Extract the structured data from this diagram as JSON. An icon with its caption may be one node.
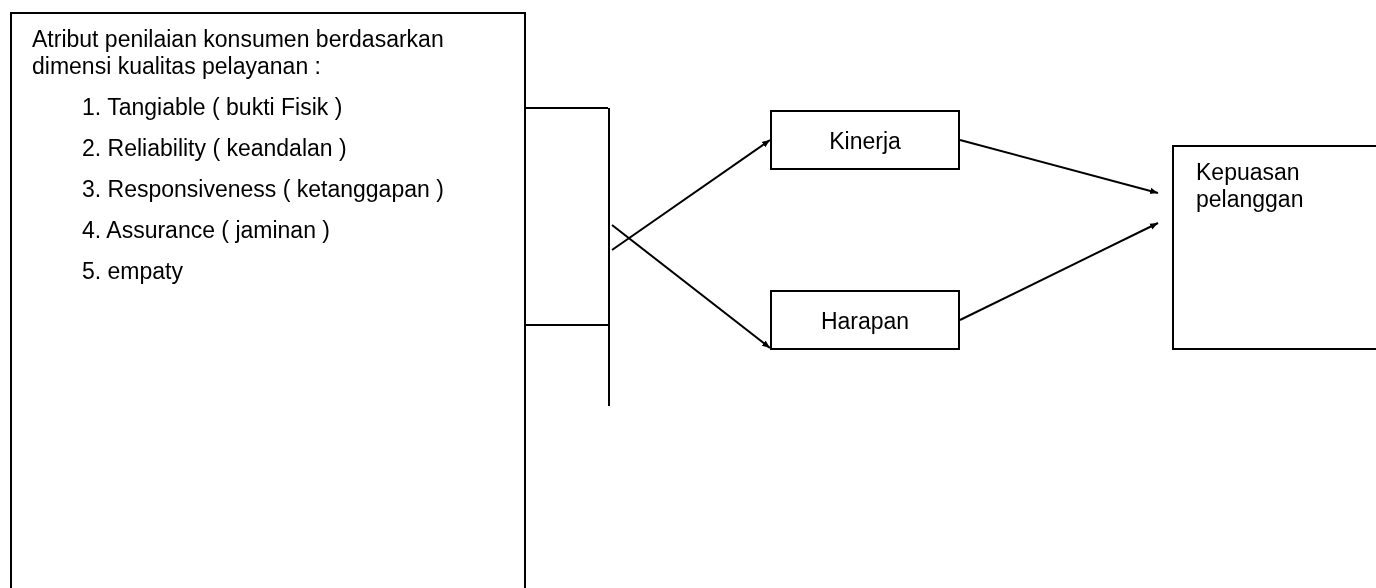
{
  "diagram": {
    "nodes": [
      {
        "text": [
          "Atribut penilaian konsumen berdasarkan dimensi kualitas pelayanan :",
          "1. Tangiable ( bukti Fisik )",
          "2. Reliability ( keandalan )",
          "3. Responsiveness ( ketanggapan )",
          "4. Assurance ( jaminan )",
          "5. empaty"
        ]
      },
      {
        "text": [],
        "shape": "bar"
      },
      {
        "text": [
          "Kinerja"
        ]
      },
      {
        "text": [
          "Harapan"
        ]
      },
      {
        "text": [
          "Kepuasan pelanggan"
        ]
      }
    ],
    "edges": [
      {
        "from": 0,
        "to": 1,
        "arrow": "none"
      },
      {
        "from": 0,
        "to": 1,
        "arrow": "none"
      },
      {
        "from": 1,
        "to": 2,
        "arrow": "to"
      },
      {
        "from": 1,
        "to": 3,
        "arrow": "to"
      },
      {
        "from": 2,
        "to": 4,
        "arrow": "to"
      },
      {
        "from": 3,
        "to": 4,
        "arrow": "to"
      }
    ]
  }
}
